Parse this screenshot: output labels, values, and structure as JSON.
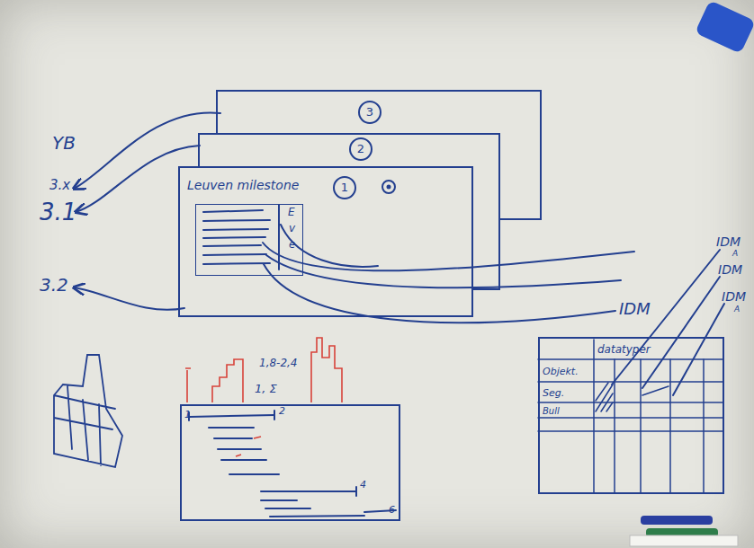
{
  "diagram": {
    "nodes": [
      {
        "text": [
          "3"
        ]
      },
      {
        "text": [
          "2"
        ]
      },
      {
        "text": [
          "Leuven milestone",
          "1"
        ]
      },
      {
        "text": [
          "E",
          "v",
          "e"
        ],
        "in": 2
      },
      {
        "text": [
          "1",
          "2",
          "4",
          "6"
        ]
      },
      {
        "text": [
          "datatyper",
          "Objekt.",
          "Seg.",
          "Bull"
        ]
      }
    ],
    "labels": [
      "YB",
      "3.x",
      "3.1",
      "3.2",
      "IDM",
      "IDM",
      "A",
      "IDM",
      "IDM",
      "A",
      "1,8-2,4",
      "1, Σ"
    ]
  }
}
